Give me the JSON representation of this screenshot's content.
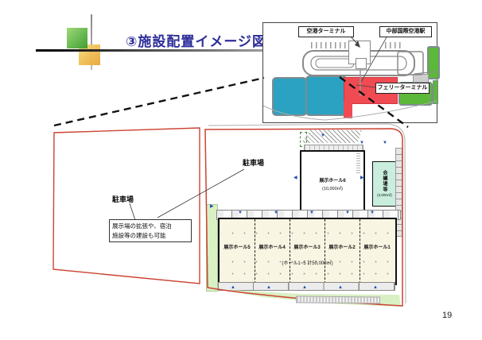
{
  "slide": {
    "title": "③施設配置イメージ図",
    "page_number": "19"
  },
  "inset_map": {
    "airport_terminal_label": "空港ターミナル",
    "station_label": "中部国際空港駅",
    "ferry_terminal_label": "フェリーターミナル"
  },
  "site_plan": {
    "parking_left_label": "駐車場",
    "parking_main_label": "駐車場",
    "note_box": {
      "line1": "展示場の拡張や、宿泊",
      "line2": "施設等の建設も可能"
    },
    "hall6": {
      "name": "展示ホール6",
      "area": "(10,000㎡)"
    },
    "conference": {
      "name": "会議場等",
      "area": "(3,000㎡)"
    },
    "halls": [
      {
        "name": "展示ホール5"
      },
      {
        "name": "展示ホール4"
      },
      {
        "name": "展示ホール3"
      },
      {
        "name": "展示ホール2"
      },
      {
        "name": "展示ホール1"
      }
    ],
    "halls_total": "(ホール1~5 計50,000㎡)"
  },
  "icons": {
    "triangle_down": "▼",
    "triangle_up": "▲",
    "triangle_left": "◀",
    "triangle_right": "▶"
  },
  "colors": {
    "title_blue": "#2d2d99",
    "boundary_red": "#cc4333",
    "sea_blue_block": "#2ba2c2",
    "ferry_red_block": "#f04a52",
    "green_block": "#5cb838",
    "light_green_strip": "#d9f0c5",
    "conference_teal": "#c9eedd",
    "halls_cream": "#f9f5e3"
  }
}
